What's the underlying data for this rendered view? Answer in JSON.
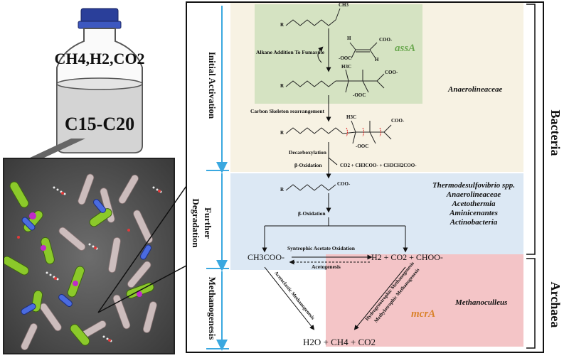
{
  "bottle": {
    "gases_label": "CH4,H2,CO2",
    "substrate_label": "C15-C20"
  },
  "stages": {
    "initial_activation": "Initial Activation",
    "further_degradation": "Further Degradation",
    "methanogenesis": "Methanogenesis"
  },
  "domains": {
    "bacteria": "Bacteria",
    "archaea": "Archaea"
  },
  "steps": {
    "alkane_addition": "Alkane Addition To Fumarate",
    "carbon_skeleton": "Carbon Skeleton rearrangement",
    "decarboxylation": "Decarboxylation",
    "beta_oxidation_1": "β-Oxidation",
    "beta_oxidation_2": "β-Oxidation",
    "syntrophic": "Syntrophic Acetate Oxidation",
    "acetogenesis": "Acetogenesis",
    "acetoclastic": "Acetoclastic Methanogenesis",
    "hydrogenotrophic": "Hydrogenotrophic Methanogenesis",
    "methylotrophic": "Methylotrophic Methanogenesis"
  },
  "chemistry": {
    "decarb_products": "CO2 + CH3COO- + CH3CH2COO-",
    "acetate": "CH3COO-",
    "h2_co2_formate": "H2 + CO2 + CHOO-",
    "final_products": "H2O + CH4 + CO2",
    "coo_minus": "COO-",
    "ooc_minus": "-OOC",
    "r_group": "R",
    "h": "H",
    "ch3": "CH3",
    "h3c": "H3C"
  },
  "genes": {
    "assA": "assA",
    "mcrA": "mcrA"
  },
  "organisms": {
    "initial": "Anaerolineaceae",
    "further": [
      "Thermodesulfovibrio spp.",
      "Anaerolineaceae",
      "Acetothermia",
      "Aminicenantes",
      "Actinobacteria"
    ],
    "methanogen": "Methanoculleus"
  },
  "colors": {
    "initial_bg": "#f7f2e3",
    "further_bg": "#dce8f4",
    "meth_bg": "#f3c2c4",
    "assA_bg": "#d5e3c2",
    "assA_text": "#6aa84f",
    "mcrA_text": "#d9822b",
    "arrow_blue": "#3aa8e0",
    "bottle_cap": "#2a3f9a"
  }
}
